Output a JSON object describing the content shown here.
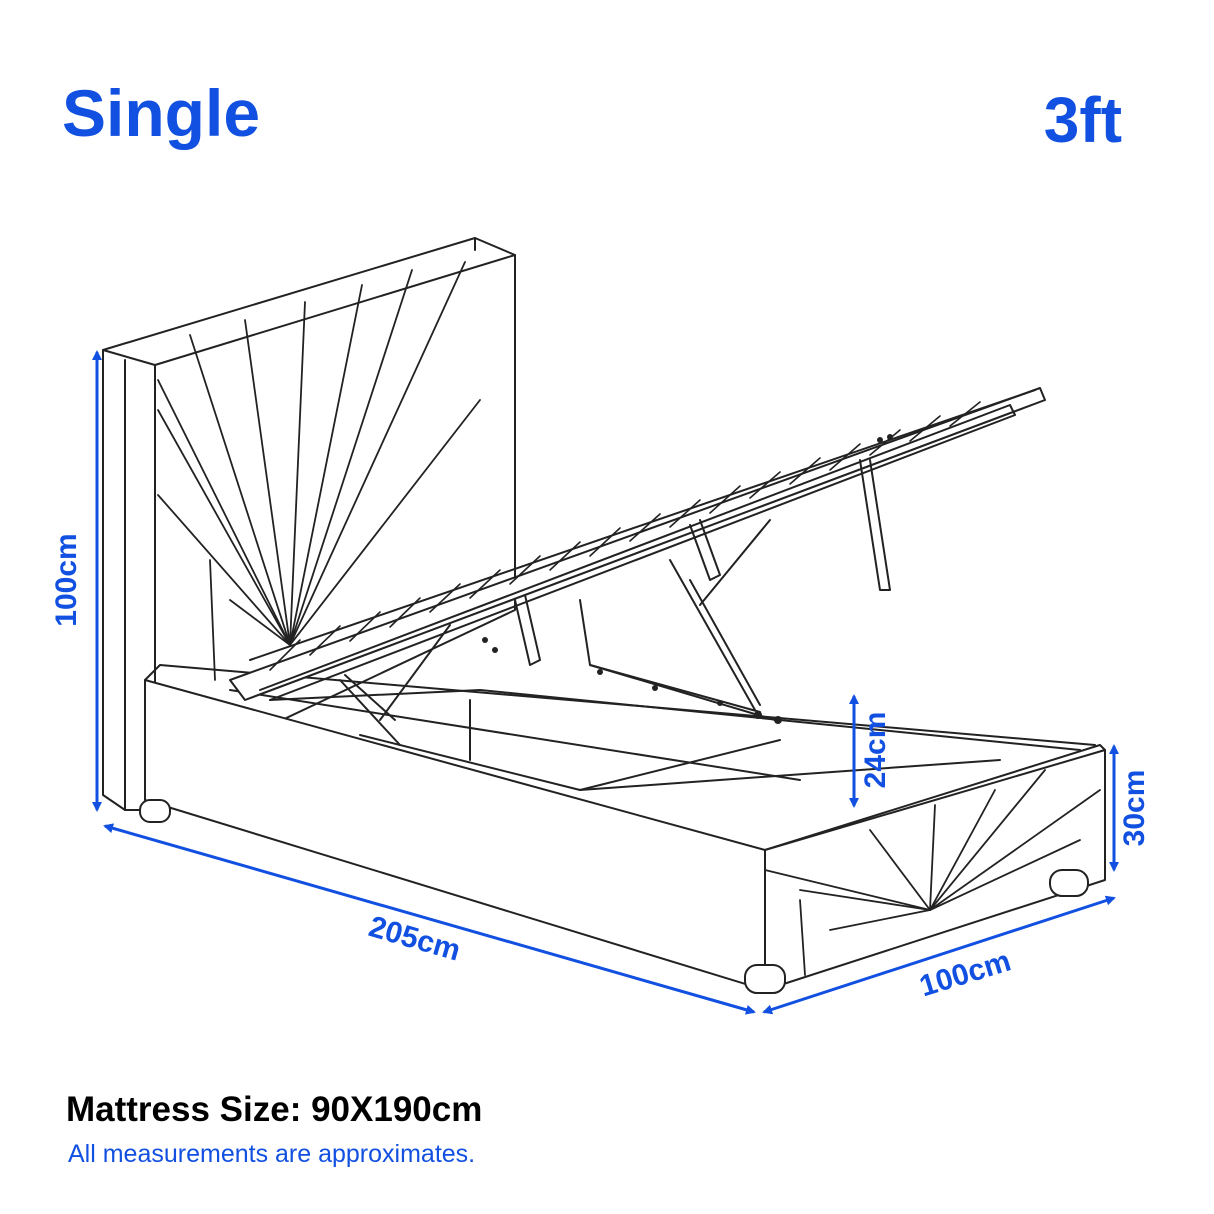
{
  "title": {
    "left": "Single",
    "right": "3ft"
  },
  "dimensions": {
    "headboard_height": "100cm",
    "length": "205cm",
    "width": "100cm",
    "storage_depth": "24cm",
    "footboard_height": "30cm"
  },
  "footer": {
    "mattress_size": "Mattress Size: 90X190cm",
    "note": "All measurements are approximates."
  },
  "colors": {
    "accent": "#1150e0",
    "line": "#222222"
  }
}
